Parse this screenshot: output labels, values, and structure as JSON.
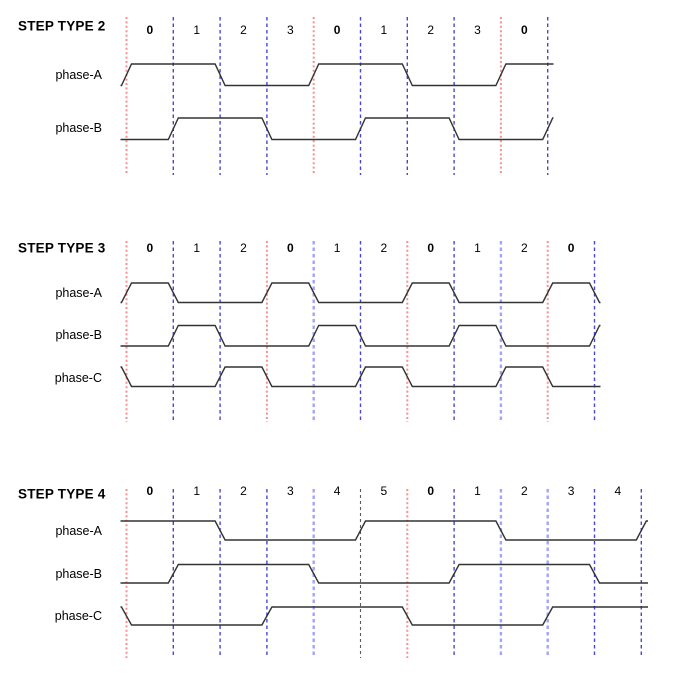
{
  "colors": {
    "background": "#ffffff",
    "text": "#000000",
    "wave": "#333333",
    "red_line": "#f39191",
    "blue_line": "#4747d1",
    "blue_light_line": "#a3a3fb",
    "dark_line": "#5a5a5a"
  },
  "sections": [
    {
      "title": "STEP TYPE 2",
      "step_labels": [
        {
          "text": "0",
          "bold": true
        },
        {
          "text": "1",
          "bold": false
        },
        {
          "text": "2",
          "bold": false
        },
        {
          "text": "3",
          "bold": false
        },
        {
          "text": "0",
          "bold": true
        },
        {
          "text": "1",
          "bold": false
        },
        {
          "text": "2",
          "bold": false
        },
        {
          "text": "3",
          "bold": false
        },
        {
          "text": "0",
          "bold": true
        }
      ],
      "boundary_styles": [
        "red",
        "blue",
        "blue",
        "blue",
        "red",
        "blue",
        "blue",
        "blue",
        "red",
        "blue"
      ],
      "phases": [
        {
          "name": "phase-A",
          "pre": 0,
          "levels": [
            1,
            1,
            0,
            0,
            1,
            1,
            0,
            0,
            1
          ],
          "post": 1
        },
        {
          "name": "phase-B",
          "pre": 0,
          "levels": [
            0,
            1,
            1,
            0,
            0,
            1,
            1,
            0,
            0
          ],
          "post": 1
        }
      ]
    },
    {
      "title": "STEP TYPE 3",
      "step_labels": [
        {
          "text": "0",
          "bold": true
        },
        {
          "text": "1",
          "bold": false
        },
        {
          "text": "2",
          "bold": false
        },
        {
          "text": "0",
          "bold": true
        },
        {
          "text": "1",
          "bold": false
        },
        {
          "text": "2",
          "bold": false
        },
        {
          "text": "0",
          "bold": true
        },
        {
          "text": "1",
          "bold": false
        },
        {
          "text": "2",
          "bold": false
        },
        {
          "text": "0",
          "bold": true
        }
      ],
      "boundary_styles": [
        "red",
        "blue",
        "blue",
        "red",
        "blue_light",
        "blue",
        "red",
        "blue",
        "blue_light",
        "red",
        "blue"
      ],
      "phases": [
        {
          "name": "phase-A",
          "pre": 0,
          "levels": [
            1,
            0,
            0,
            1,
            0,
            0,
            1,
            0,
            0,
            1
          ],
          "post": 0
        },
        {
          "name": "phase-B",
          "pre": 0,
          "levels": [
            0,
            1,
            0,
            0,
            1,
            0,
            0,
            1,
            0,
            0
          ],
          "post": 1
        },
        {
          "name": "phase-C",
          "pre": 1,
          "levels": [
            0,
            0,
            1,
            0,
            0,
            1,
            0,
            0,
            1,
            0
          ],
          "post": 0
        }
      ]
    },
    {
      "title": "STEP TYPE 4",
      "step_labels": [
        {
          "text": "0",
          "bold": true
        },
        {
          "text": "1",
          "bold": false
        },
        {
          "text": "2",
          "bold": false
        },
        {
          "text": "3",
          "bold": false
        },
        {
          "text": "4",
          "bold": false
        },
        {
          "text": "5",
          "bold": false
        },
        {
          "text": "0",
          "bold": true
        },
        {
          "text": "1",
          "bold": false
        },
        {
          "text": "2",
          "bold": false
        },
        {
          "text": "3",
          "bold": false
        },
        {
          "text": "4",
          "bold": false
        }
      ],
      "boundary_styles": [
        "red",
        "blue",
        "blue",
        "blue",
        "blue_light",
        "dark",
        "red",
        "blue",
        "blue_light",
        "blue_light",
        "blue",
        "blue"
      ],
      "phases": [
        {
          "name": "phase-A",
          "pre": 1,
          "levels": [
            1,
            1,
            0,
            0,
            0,
            1,
            1,
            1,
            0,
            0,
            0
          ],
          "post": 1
        },
        {
          "name": "phase-B",
          "pre": 0,
          "levels": [
            0,
            1,
            1,
            1,
            0,
            0,
            0,
            1,
            1,
            1,
            0
          ],
          "post": 0
        },
        {
          "name": "phase-C",
          "pre": 1,
          "levels": [
            0,
            0,
            0,
            1,
            1,
            1,
            0,
            0,
            0,
            1,
            1
          ],
          "post": 1
        }
      ]
    }
  ]
}
